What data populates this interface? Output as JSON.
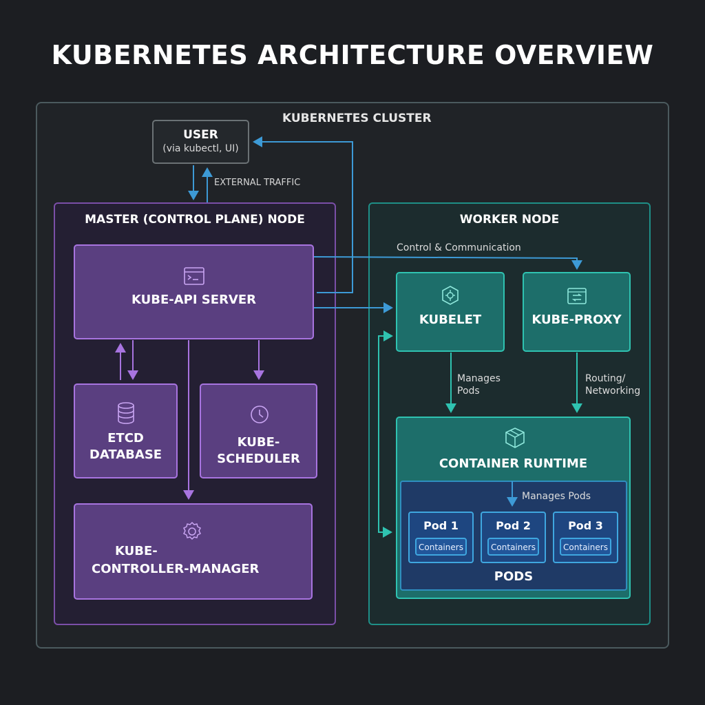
{
  "title": "KUBERNETES ARCHITECTURE OVERVIEW",
  "cluster": {
    "label": "KUBERNETES CLUSTER"
  },
  "user": {
    "label": "USER",
    "sublabel": "(via kubectl, UI)"
  },
  "external_traffic": "EXTERNAL TRAFFIC",
  "master": {
    "label": "MASTER (CONTROL PLANE) NODE",
    "api_server": "KUBE-API SERVER",
    "etcd_line1": "ETCD",
    "etcd_line2": "DATABASE",
    "scheduler": "KUBE-SCHEDULER",
    "controller_line1": "KUBE-",
    "controller_line2": "CONTROLLER-MANAGER"
  },
  "worker": {
    "label": "WORKER NODE",
    "control_comm": "Control & Communication",
    "kubelet": "KUBELET",
    "kube_proxy": "KUBE-PROXY",
    "manages_pods_1": "Manages",
    "manages_pods_2": "Pods",
    "routing_1": "Routing/",
    "routing_2": "Networking",
    "container_runtime": "CONTAINER RUNTIME",
    "manages_pods_inner": "Manages Pods",
    "pods_label": "PODS",
    "pods": [
      {
        "name": "Pod 1",
        "content": "Containers"
      },
      {
        "name": "Pod 2",
        "content": "Containers"
      },
      {
        "name": "Pod 3",
        "content": "Containers"
      }
    ]
  },
  "colors": {
    "purple_accent": "#a874e0",
    "teal_accent": "#2fc3b1",
    "arrow_blue": "#3d9ad6",
    "pod_blue": "#3fa7e0"
  }
}
